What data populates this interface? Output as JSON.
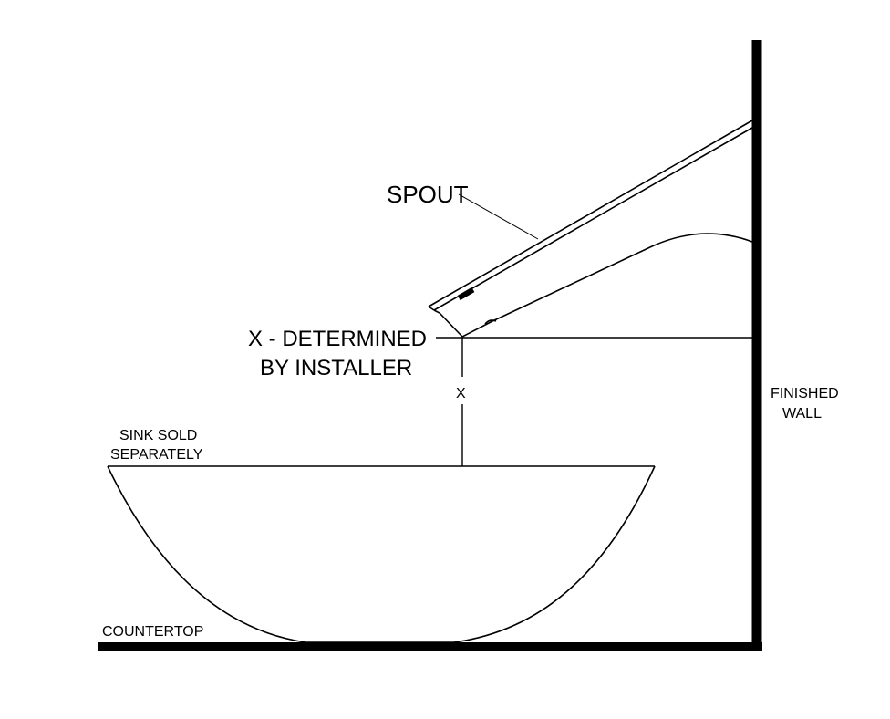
{
  "diagram": {
    "labels": {
      "spout": "SPOUT",
      "x_line1": "X  - DETERMINED",
      "x_line2": "BY INSTALLER",
      "x_dim": "X",
      "finished_wall_line1": "FINISHED",
      "finished_wall_line2": "WALL",
      "sink_line1": "SINK SOLD",
      "sink_line2": "SEPARATELY",
      "countertop": "COUNTERTOP"
    },
    "colors": {
      "line": "#000000",
      "background": "#ffffff"
    }
  }
}
